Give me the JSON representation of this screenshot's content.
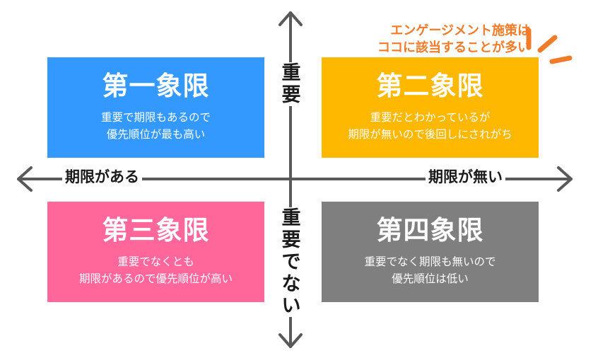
{
  "quadrants": {
    "q1": {
      "title": "第一象限",
      "desc": "重要で期限もあるので\n優先順位が最も高い",
      "color": "#3399ff"
    },
    "q2": {
      "title": "第二象限",
      "desc": "重要だとわかっているが\n期限が無いので後回しにされがち",
      "color": "#ffb800"
    },
    "q3": {
      "title": "第三象限",
      "desc": "重要でなくとも\n期限があるので優先順位が高い",
      "color": "#ff6699"
    },
    "q4": {
      "title": "第四象限",
      "desc": "重要でなく期限も無いので\n優先順位は低い",
      "color": "#7f7f7f"
    }
  },
  "axes": {
    "left": "期限がある",
    "right": "期限が無い",
    "top": [
      "重",
      "要"
    ],
    "bottom": [
      "重",
      "要",
      "で",
      "な",
      "い"
    ],
    "color": "#595959"
  },
  "callout": {
    "text": "エンゲージメント施策は\nココに該当することが多い",
    "color": "#f07b28"
  }
}
